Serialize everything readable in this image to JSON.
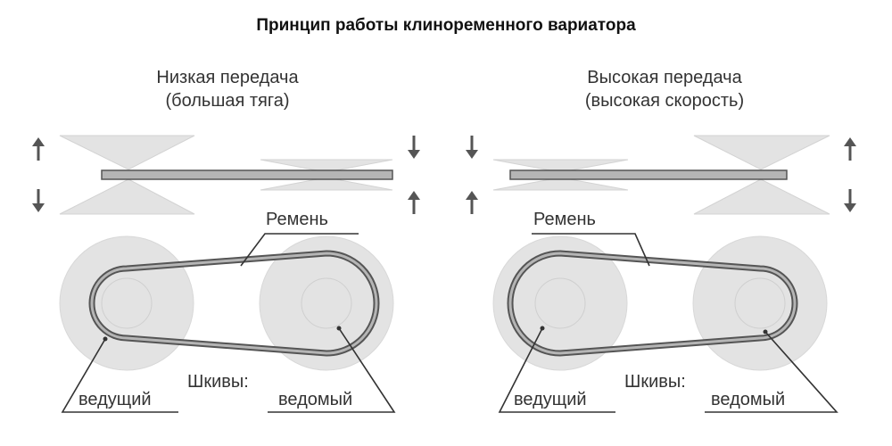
{
  "title": "Принцип работы клиноременного вариатора",
  "left": {
    "heading": "Низкая передача",
    "subheading": "(большая тяга)",
    "belt_label": "Ремень",
    "pulleys_label": "Шкивы:",
    "driver_label": "ведущий",
    "driven_label": "ведомый"
  },
  "right": {
    "heading": "Высокая передача",
    "subheading": "(высокая скорость)",
    "belt_label": "Ремень",
    "pulleys_label": "Шкивы:",
    "driver_label": "ведущий",
    "driven_label": "ведомый"
  },
  "colors": {
    "pulley_fill": "#e3e3e3",
    "pulley_stroke": "#d0d0d0",
    "belt_fill": "#b5b5b5",
    "belt_stroke": "#555555",
    "arrow": "#555555",
    "leader_line": "#333333"
  }
}
